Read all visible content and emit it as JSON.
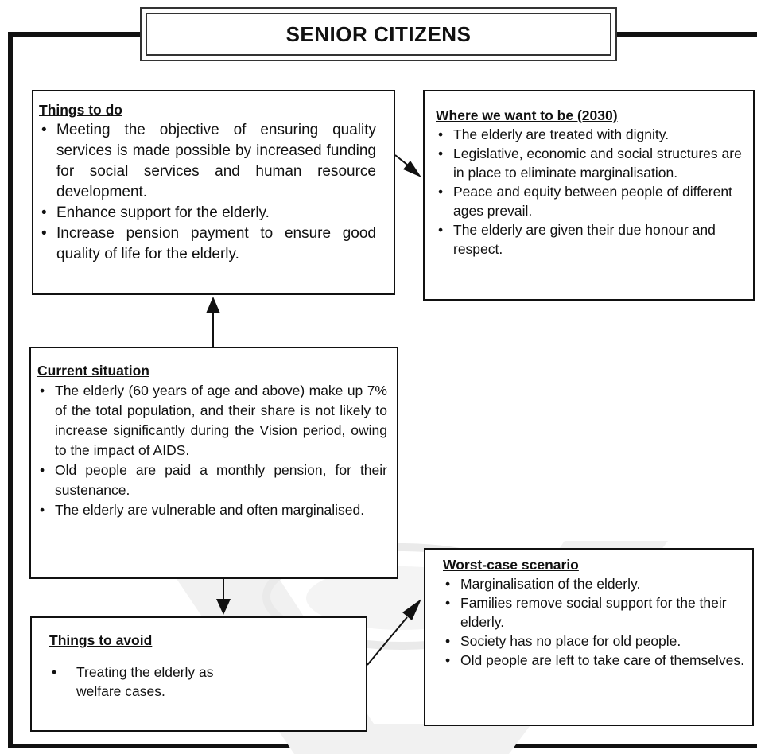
{
  "title": "SENIOR CITIZENS",
  "things_to_do": {
    "heading": "Things to do",
    "items": [
      "Meeting the objective of ensuring quality services is made possible by increased funding for social services and human resource development.",
      "Enhance support for the elderly.",
      "Increase pension payment to ensure good quality of life for the elderly."
    ]
  },
  "where_we_want_to_be": {
    "heading": "Where we want to be (2030)",
    "items": [
      "The elderly are treated with dignity.",
      "Legislative, economic and social structures are in place to eliminate marginalisation.",
      "Peace and equity between people of different ages prevail.",
      "The elderly are given their due honour and respect."
    ]
  },
  "current_situation": {
    "heading": "Current situation",
    "items": [
      "The elderly (60 years of age and above) make up 7% of the total population, and their share is not likely to increase significantly during the Vision period, owing to the impact of AIDS.",
      "Old people are paid a monthly pension, for their sustenance.",
      "The elderly are vulnerable and often marginalised."
    ]
  },
  "things_to_avoid": {
    "heading": "Things to avoid",
    "items": [
      "Treating the elderly as welfare cases."
    ]
  },
  "worst_case": {
    "heading": "Worst-case scenario",
    "items": [
      "Marginalisation of the elderly.",
      "Families remove social support for the their elderly.",
      "Society has no place for old people.",
      "Old people are left to take care of themselves."
    ]
  },
  "colors": {
    "line": "#111111",
    "watermark": "#f0f0f0"
  }
}
